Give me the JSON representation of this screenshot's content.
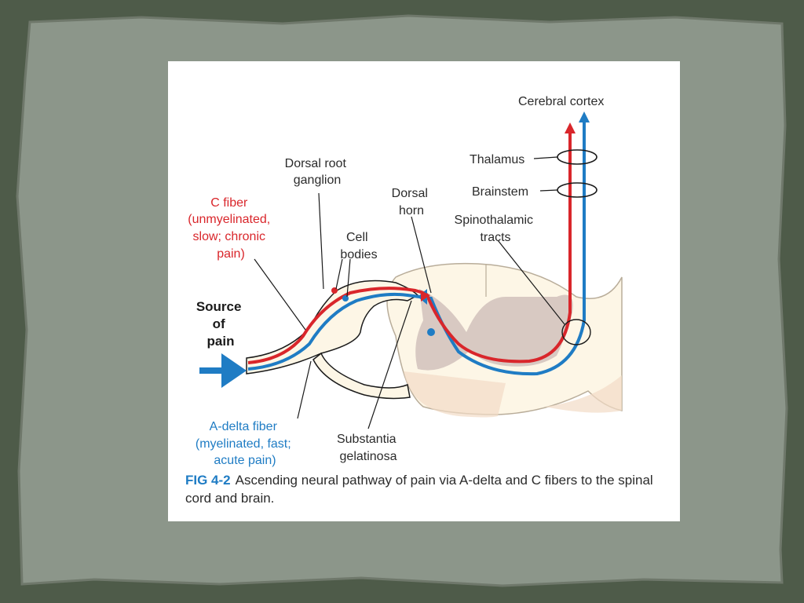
{
  "labels": {
    "cerebral_cortex": "Cerebral cortex",
    "thalamus": "Thalamus",
    "brainstem": "Brainstem",
    "dorsal_root_ganglion": [
      "Dorsal root",
      "ganglion"
    ],
    "c_fiber": [
      "C fiber",
      "(unmyelinated,",
      "slow; chronic",
      "pain)"
    ],
    "dorsal_horn": [
      "Dorsal",
      "horn"
    ],
    "spinothalamic_tracts": [
      "Spinothalamic",
      "tracts"
    ],
    "cell_bodies": [
      "Cell",
      "bodies"
    ],
    "source_of_pain": [
      "Source",
      "of",
      "pain"
    ],
    "a_delta_fiber": [
      "A-delta fiber",
      "(myelinated, fast;",
      "acute pain)"
    ],
    "substantia_gelatinosa": [
      "Substantia",
      "gelatinosa"
    ]
  },
  "caption": {
    "figure_number": "FIG 4-2",
    "text": "Ascending neural pathway of pain via A-delta and C fibers to the spinal cord and brain."
  },
  "colors": {
    "slide_background": "#4e5b49",
    "panel": "#8c968a",
    "c_fiber": "#d9262b",
    "a_delta_fiber": "#1f7cc4",
    "cord_white_matter": "#fdf6e6",
    "cord_gray_matter": "#d8c9c2"
  }
}
